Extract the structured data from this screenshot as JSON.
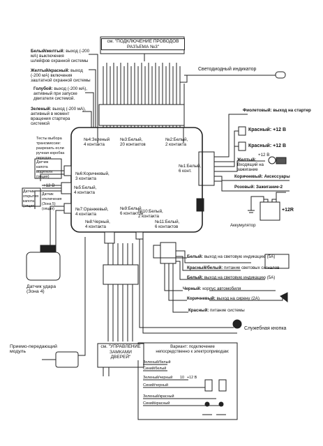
{
  "header": {
    "conn3_box": "см. \"ПОДКЛЮЧЕНИЕ ПРОВОДОВ\nРАЗЪЕМА №3\""
  },
  "led": {
    "label": "Светодиодный индикатор"
  },
  "left_wires": [
    {
      "title": "Белый/желтый:",
      "body": " выход (-200 мА) выключения\nшлейфов охранной системы"
    },
    {
      "title": "Желтый/красный:",
      "body": " выход (-200 мА) включения\nзаштатной охранной системы"
    },
    {
      "title": "Голубой:",
      "body": " выход (-200 мА),\nактивный при запуске\nдвигателя системой."
    },
    {
      "title": "Зеленый:",
      "body": " выход (-200 мА),\nактивный в момент\nвращения стартера системой"
    }
  ],
  "connectors": {
    "n4": "№4:Зеленый\n4 контакта",
    "n3": "№3:Белый,\n20 контактов",
    "n2": "№2:Белый,\n2 контакта",
    "n1": "№1:Белый,\n6 конт.",
    "n6": "№6:Коричневый,\n3 контакта",
    "n5": "№5:Белый,\n4 контакта",
    "n7": "№7:Оранжевый,\n4 контакта",
    "n8": "№8:Черный,\n4 контакта",
    "n9": "№9:Белый,\n6 контактов",
    "n10": "№10:Белый,\n2 контакта",
    "n11": "№11:Белый,\n6 контактов"
  },
  "side_notes": {
    "transmission": "Тесты выбора трансмиссии:\nразрезать если\nручная коробка\nпередач",
    "hood": "Датчик\nкапота\nводителя\n(опция)",
    "hood_sensor": "Датчик\nоткрытия\nкапота\n(опция)",
    "plus12": "+12 В",
    "sensor_zone": "Датчик\nотключения\n(Зона 5)\n(опция)"
  },
  "right_wires": {
    "violet": "Фиолетовый: выход на стартер",
    "red1": "Красный: +12 В",
    "red2": "Красный: +12 В",
    "yellow_title": "Желтый:",
    "yellow_body": "Входящий на\nзажигание",
    "plus12_ign": "+12 В",
    "brown": "Коричневый: Аксессуары",
    "pink": "Розовый: Зажигание-2",
    "battery": "Аккумулятор",
    "plus12r": "+12R"
  },
  "bottom_wires": [
    {
      "title": "Белый:",
      "body": " выход на световую индикацию (5А)"
    },
    {
      "title": "Красный/белый:",
      "body": " питание световых сигналов"
    },
    {
      "title": "Белый:",
      "body": " выход на световую индикацию (5А)"
    },
    {
      "title": "Черный:",
      "body": " корпус автомобиля"
    },
    {
      "title": "Коричневый:",
      "body": " выход на сирену (2А)"
    },
    {
      "title": "Красный:",
      "body": " питание системы"
    }
  ],
  "service_button": "Служебная кнопка",
  "shock_sensor": "Датчик удара\n(Зона 4)",
  "transceiver": "Приемо-передающий\nмодуль",
  "locks_box": "см. \"УПРАВЛЕНИЕ\nЗАМКАМИ\nДВЕРЕЙ\"",
  "variant": {
    "title": "Вариант: подключение\nнепосредственно к электроприводам:",
    "w1": "Зеленый/белый",
    "w2": "Синий/белый",
    "w3": "Зеленый/черный",
    "w4": "Синий/черный",
    "w5": "Зеленый/красный",
    "w6": "Синий/красный",
    "v10": "10",
    "plus12": "+12 В"
  }
}
